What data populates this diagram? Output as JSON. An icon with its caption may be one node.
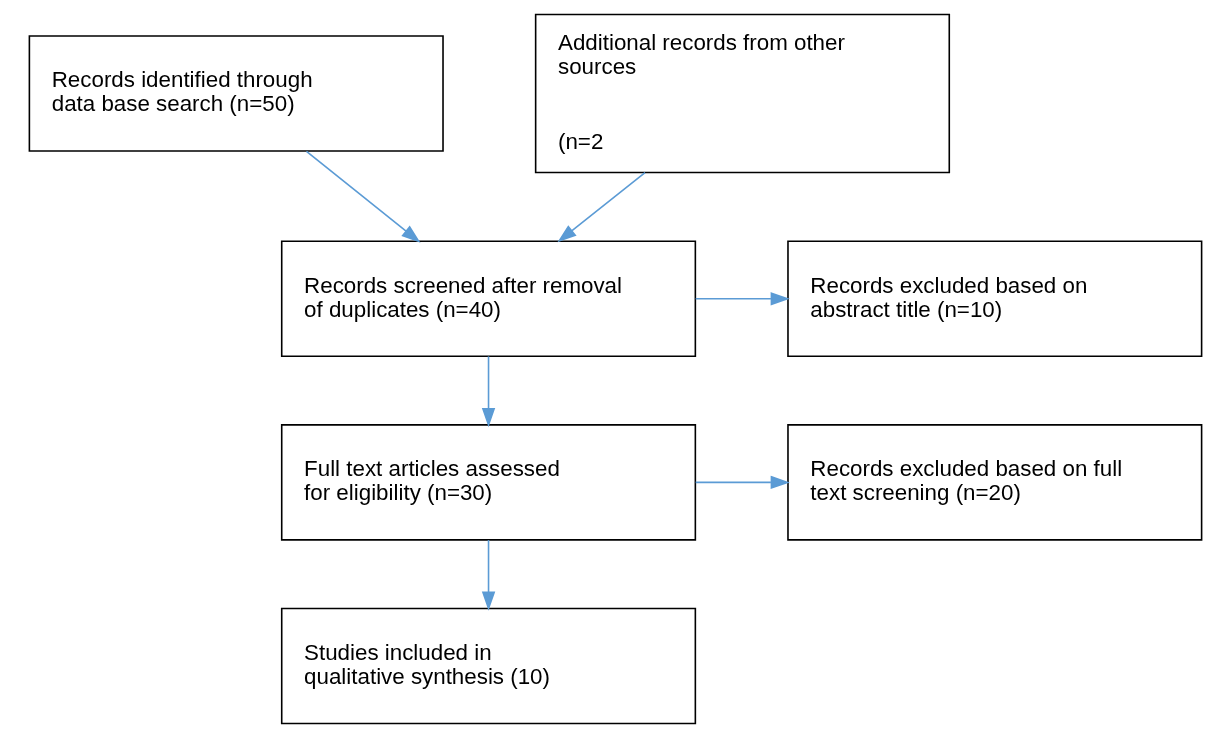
{
  "diagram": {
    "nodes": [
      {
        "text": [
          "Records identified through data base search (n=50)"
        ]
      },
      {
        "text": [
          "Additional records from other sources",
          "(n=2"
        ]
      },
      {
        "text": [
          "Records screened after removal of duplicates (n=40)"
        ]
      },
      {
        "text": [
          "Records excluded based on abstract title (n=10)"
        ]
      },
      {
        "text": [
          "Full text articles assessed for eligibility (n=30)"
        ]
      },
      {
        "text": [
          "Records excluded based on full text screening (n=20)"
        ]
      },
      {
        "text": [
          "Studies included in qualitative synthesis (10)"
        ]
      }
    ],
    "edges": [
      {
        "from": 0,
        "to": 2,
        "arrow": "to",
        "color": "#5b9bd5"
      },
      {
        "from": 1,
        "to": 2,
        "arrow": "to",
        "color": "#5b9bd5"
      },
      {
        "from": 2,
        "to": 3,
        "arrow": "to",
        "color": "#5b9bd5"
      },
      {
        "from": 2,
        "to": 4,
        "arrow": "to",
        "color": "#5b9bd5"
      },
      {
        "from": 4,
        "to": 5,
        "arrow": "to",
        "color": "#5b9bd5"
      },
      {
        "from": 4,
        "to": 6,
        "arrow": "to",
        "color": "#5b9bd5"
      }
    ]
  }
}
